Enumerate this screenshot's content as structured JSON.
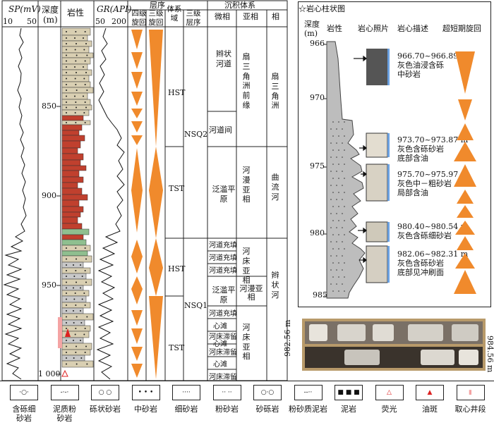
{
  "header": {
    "sp_label": "SP(mV)",
    "sp_min": "10",
    "sp_max": "50",
    "depth_label": "深度",
    "depth_unit": "(m)",
    "lith_label": "岩性",
    "gr_label": "GR(API)",
    "gr_min": "50",
    "gr_max": "200",
    "sequence_group": "层序",
    "fourth_cycle": "四级旋回",
    "third_cycle": "三级旋回",
    "system_tract": "体系域",
    "third_sequence": "三级层序",
    "sedimentary_system": "沉积体系",
    "microfacies": "微相",
    "subfacies": "亚相",
    "facies": "相"
  },
  "depth_ticks": [
    "850",
    "900",
    "950",
    "1 000"
  ],
  "system_tracts": [
    "HST",
    "TST",
    "HST",
    "TST"
  ],
  "sequences": [
    "NSQ2",
    "NSQ1"
  ],
  "microfacies": [
    "辫状河道",
    "河道间",
    "泛滥平原",
    "河道充填",
    "河道充填",
    "河道充填",
    "泛滥平原",
    "河道充填",
    "心滩",
    "河床滞留",
    "心滩",
    "河床滞留",
    "心滩",
    "河床滞留"
  ],
  "subfacies": [
    "扇三角洲前缘",
    "河漫亚相",
    "河床亚相",
    "河漫亚相",
    "河床亚相"
  ],
  "facies": [
    "扇三角洲",
    "曲流河",
    "辫状河"
  ],
  "core_panel": {
    "title": "☆岩心柱状图",
    "depth_label": "深度",
    "depth_unit": "(m)",
    "lith_label": "岩性",
    "photo_label": "岩心照片",
    "desc_label": "岩心描述",
    "cycle_label": "超短期旋回",
    "depth_ticks": [
      "966",
      "970",
      "975",
      "980",
      "985"
    ],
    "descriptions": [
      {
        "range": "966.70~966.89 m",
        "line1": "灰色油浸含砾",
        "line2": "中砂岩"
      },
      {
        "range": "973.70~973.87 m",
        "line1": "灰色含砾砂岩",
        "line2": "底部含油"
      },
      {
        "range": "975.70~975.97 m",
        "line1": "灰色中－粗砂岩",
        "line2": "局部含油"
      },
      {
        "range": "980.40~980.54 m",
        "line1": "灰色含砾细砂岩",
        "line2": ""
      },
      {
        "range": "982.06~982.31 m",
        "line1": "灰色含砾砂岩",
        "line2": "底部见冲刷面"
      }
    ]
  },
  "core_photo": {
    "top_label": "982.56 m",
    "bottom_label": "984.56 m"
  },
  "legend": [
    {
      "line1": "含砾细",
      "line2": "砂岩",
      "icon": "pebbly-fine-sandstone-icon"
    },
    {
      "line1": "泥质粉",
      "line2": "砂岩",
      "icon": "muddy-siltstone-icon"
    },
    {
      "line1": "砾状砂岩",
      "line2": "",
      "icon": "conglomeratic-sandstone-icon"
    },
    {
      "line1": "中砂岩",
      "line2": "",
      "icon": "medium-sandstone-icon"
    },
    {
      "line1": "细砂岩",
      "line2": "",
      "icon": "fine-sandstone-icon"
    },
    {
      "line1": "粉砂岩",
      "line2": "",
      "icon": "siltstone-icon"
    },
    {
      "line1": "砂砾岩",
      "line2": "",
      "icon": "glutenite-icon"
    },
    {
      "line1": "粉砂质泥岩",
      "line2": "",
      "icon": "silty-mudstone-icon"
    },
    {
      "line1": "泥岩",
      "line2": "",
      "icon": "mudstone-icon"
    },
    {
      "line1": "荧光",
      "line2": "",
      "icon": "fluorescence-icon"
    },
    {
      "line1": "油斑",
      "line2": "",
      "icon": "oil-spot-icon"
    },
    {
      "line1": "取心井段",
      "line2": "",
      "icon": "coring-interval-icon"
    }
  ],
  "colors": {
    "orange": "#f08a2c",
    "orange_light": "#f7b06a",
    "sand": "#d9cfb2",
    "mud_red": "#c0402e",
    "gray": "#c8c8c8",
    "green": "#8fbf8f"
  }
}
